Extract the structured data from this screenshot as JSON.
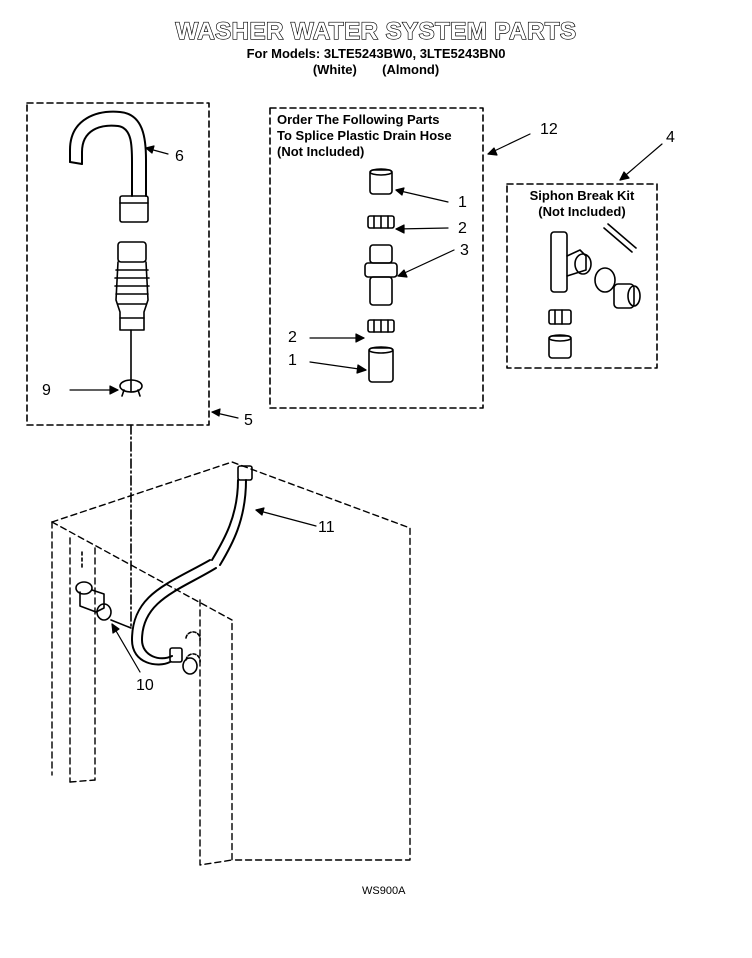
{
  "header": {
    "title": "WASHER WATER SYSTEM PARTS",
    "models_line": "For Models: 3LTE5243BW0, 3LTE5243BN0",
    "colors_line": "(White)       (Almond)"
  },
  "notes": {
    "splice": [
      "Order The Following Parts",
      "To Splice Plastic Drain Hose",
      "(Not Included)"
    ],
    "siphon": [
      "Siphon Break Kit",
      "(Not Included)"
    ]
  },
  "callouts": {
    "c6": "6",
    "c9": "9",
    "c5": "5",
    "c1a": "1",
    "c2a": "2",
    "c3": "3",
    "c2b": "2",
    "c1b": "1",
    "c12": "12",
    "c4": "4",
    "c11": "11",
    "c10": "10"
  },
  "footer": {
    "drawing_code": "WS900A"
  }
}
